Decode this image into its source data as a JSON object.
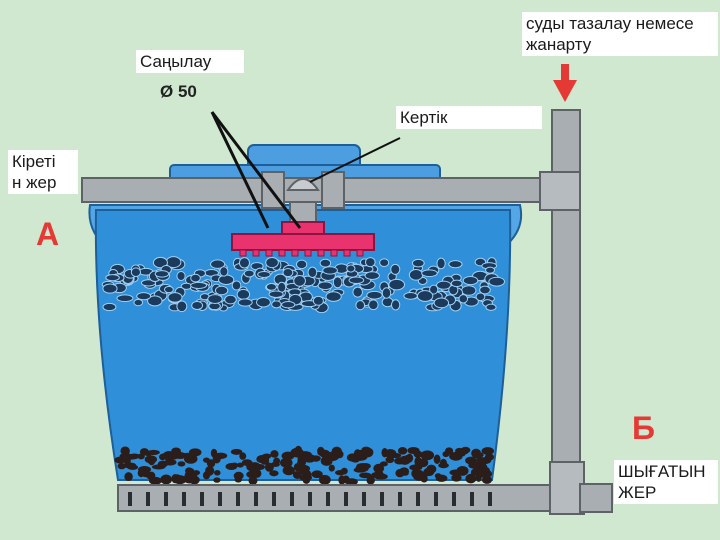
{
  "labels": {
    "inlet": "Кіреті\nн жер",
    "sprinkler": "Саңылау",
    "diameter": "Ø 50",
    "valve": "Кертік",
    "top_right": "суды тазалау немесе\nжанарту",
    "outlet": "ШЫҒАТЫН\nЖЕР"
  },
  "letters": {
    "inlet": "А",
    "outlet": "Б"
  },
  "colors": {
    "background": "#cfe8cf",
    "water": "#2f8fd8",
    "tank_top": "#55a6e6",
    "pipe": "#a9aeb3",
    "pipe_edge": "#5d6266",
    "sprinkler": "#e8336f",
    "pebble": "#1b3a5c",
    "gravel": "#2b1e1a",
    "arrow": "#e53935"
  },
  "icons": {
    "arrow_down": "arrow-down-icon"
  }
}
